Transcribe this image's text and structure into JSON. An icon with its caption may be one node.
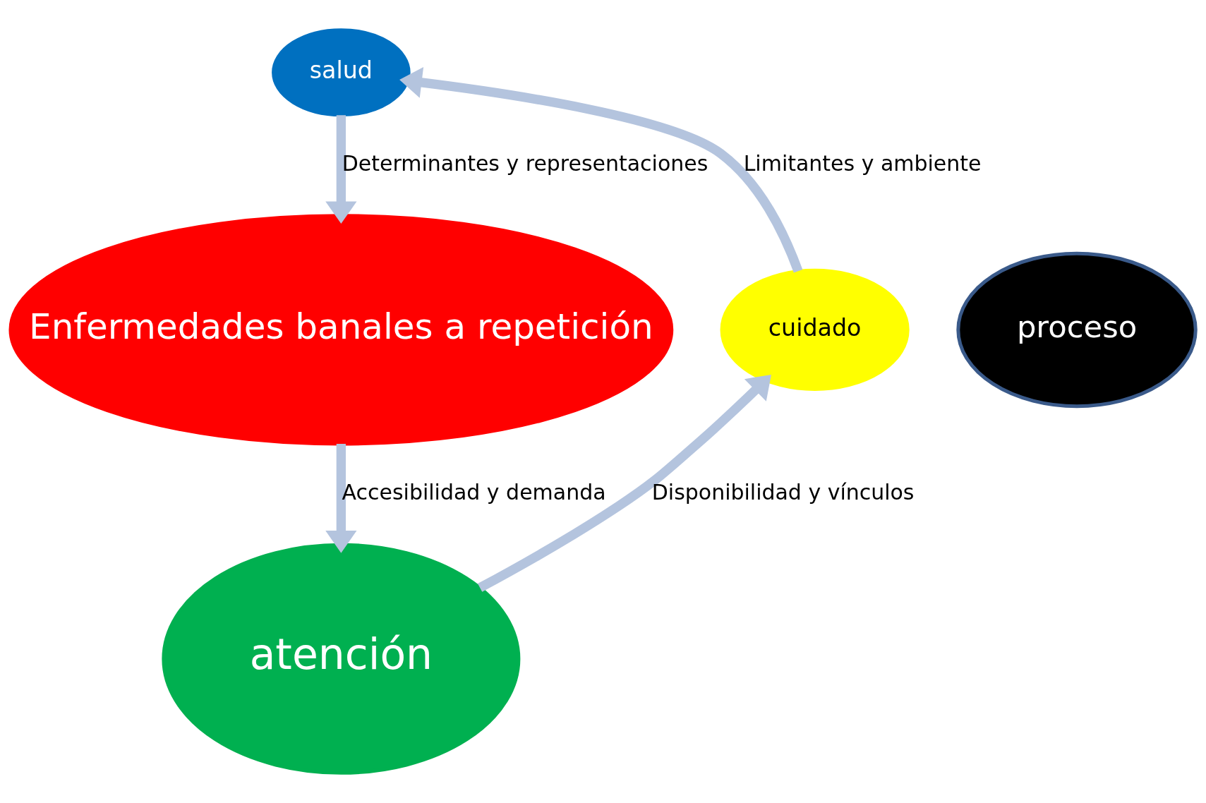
{
  "diagram": {
    "nodes": [
      {
        "text": [
          "salud"
        ]
      },
      {
        "text": [
          "cuidado"
        ]
      },
      {
        "text": [
          "proceso"
        ]
      },
      {
        "text": [
          "Enfermedades banales a repetición"
        ]
      },
      {
        "text": [
          "atención"
        ]
      }
    ],
    "edges": [
      {
        "from": 1,
        "to": 0,
        "arrow": "to",
        "label": "Limitantes y ambiente"
      },
      {
        "from": 0,
        "to": 3,
        "arrow": "to",
        "label": "Determinantes y representaciones"
      },
      {
        "from": 3,
        "to": 4,
        "arrow": "to",
        "label": "Accesibilidad y demanda"
      },
      {
        "from": 4,
        "to": 1,
        "arrow": "to",
        "label": "Disponibilidad y vínculos"
      }
    ]
  }
}
